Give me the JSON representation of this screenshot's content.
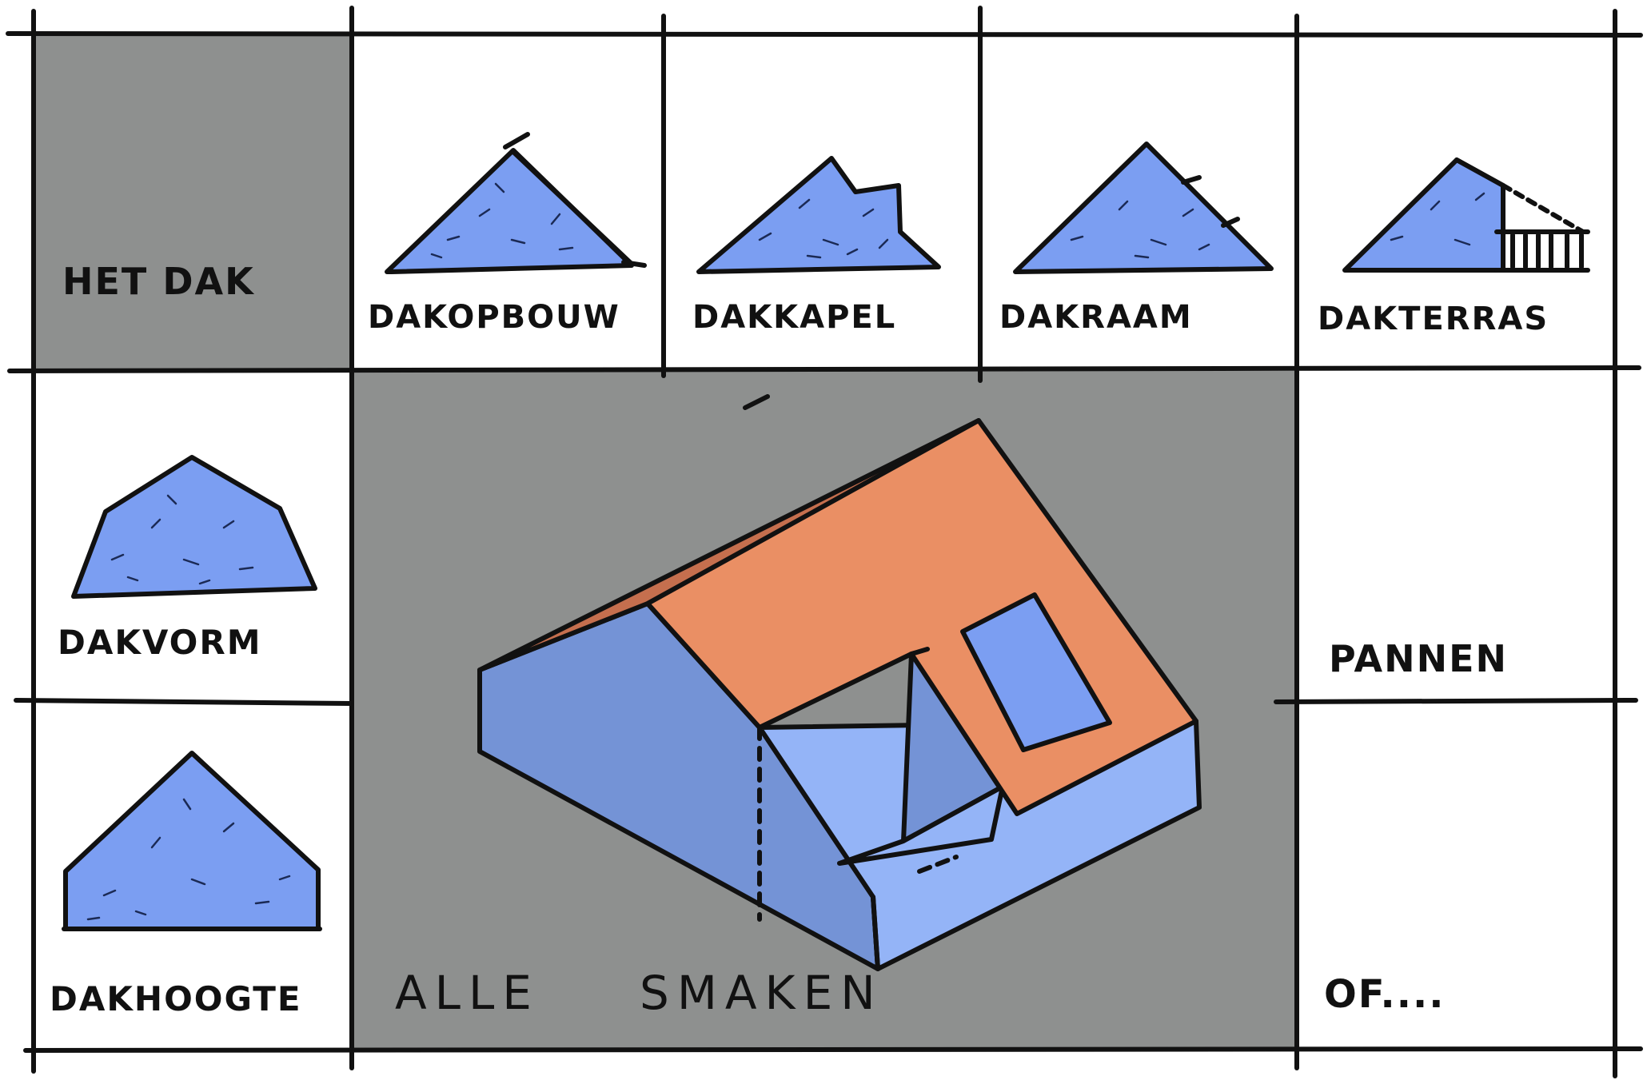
{
  "colors": {
    "grey_panel": "#8e908f",
    "roof_blue": "#7b9ef2",
    "wall_blue": "#7493d6",
    "wall_blue_light": "#94b4f7",
    "roof_orange": "#ea8f64",
    "roof_orange_dark": "#c56f4e",
    "ink": "#111111"
  },
  "cells": {
    "title": "HET DAK",
    "dakopbouw": "DAKOPBOUW",
    "dakkapel": "DAKKAPEL",
    "dakraam": "DAKRAAM",
    "dakterras": "DAKTERRAS",
    "dakvorm": "DAKVORM",
    "dakhoogte": "DAKHOOGTE",
    "pannen": "PANNEN",
    "of": "OF....",
    "center_left": "ALLE",
    "center_right": "SMAKEN"
  }
}
